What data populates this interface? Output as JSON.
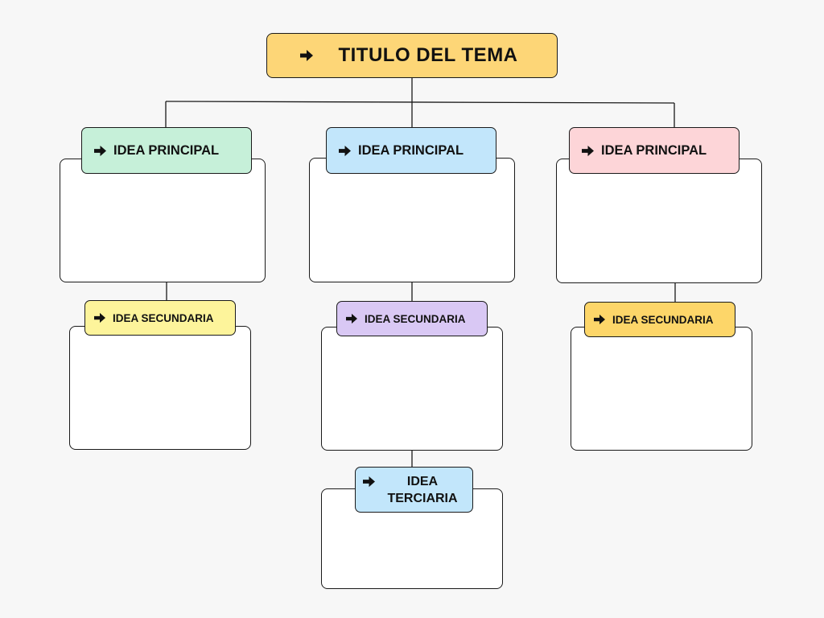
{
  "title": {
    "text": "TITULO DEL TEMA",
    "color": "#fdd677"
  },
  "principal": [
    {
      "text": "IDEA PRINCIPAL",
      "color": "#c6f0d9"
    },
    {
      "text": "IDEA PRINCIPAL",
      "color": "#c2e6fb"
    },
    {
      "text": "IDEA PRINCIPAL",
      "color": "#fdd5d8"
    }
  ],
  "secundaria": [
    {
      "text": "IDEA SECUNDARIA",
      "color": "#fdf49b"
    },
    {
      "text": "IDEA SECUNDARIA",
      "color": "#d9c8f4"
    },
    {
      "text": "IDEA SECUNDARIA",
      "color": "#fdd669"
    }
  ],
  "terciaria": {
    "text": "IDEA TERCIARIA",
    "color": "#c2e6fb"
  },
  "icons": {
    "label_marker": "arrow-right-icon"
  }
}
